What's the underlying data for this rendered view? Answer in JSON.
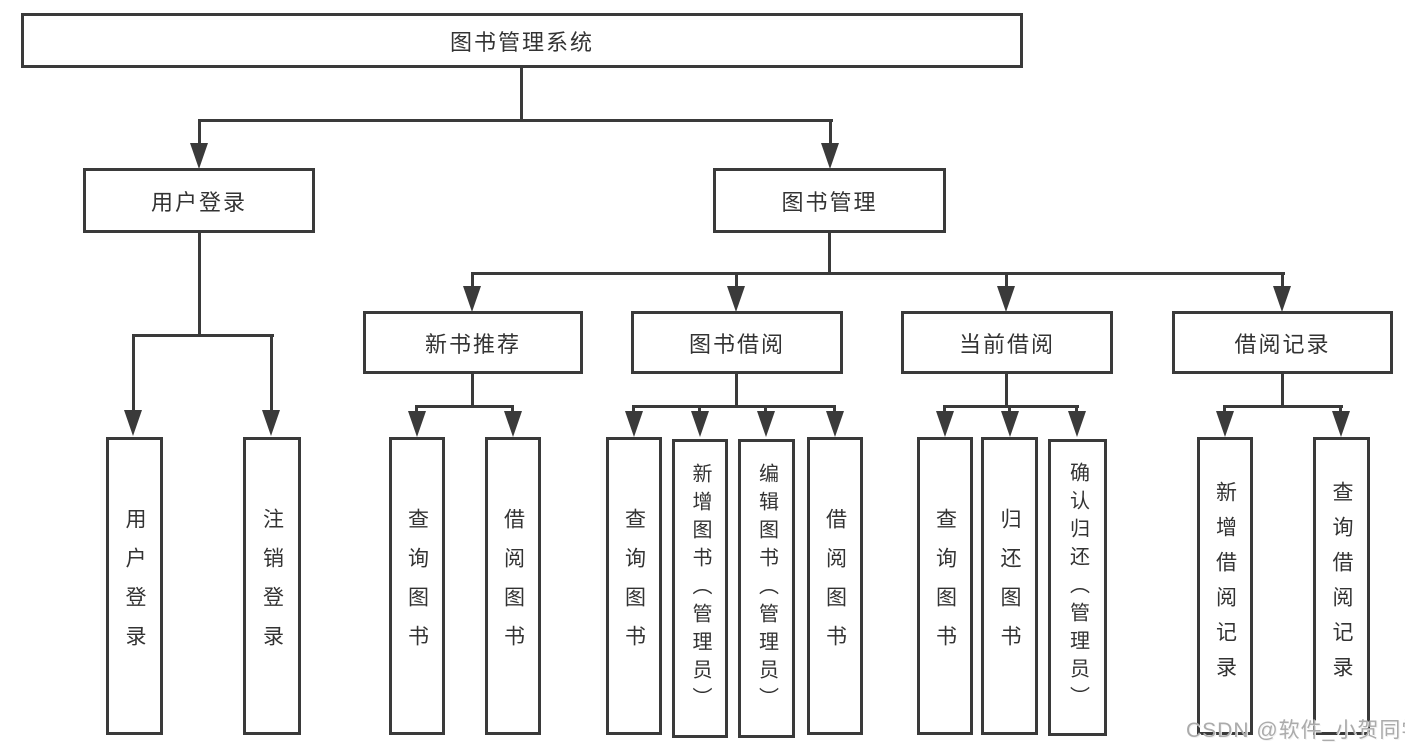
{
  "diagram": {
    "root": "图书管理系统",
    "user_login": {
      "label": "用户登录",
      "children": [
        "用户登录",
        "注销登录"
      ]
    },
    "book_management": {
      "label": "图书管理",
      "sections": [
        {
          "label": "新书推荐",
          "children": [
            "查询图书",
            "借阅图书"
          ]
        },
        {
          "label": "图书借阅",
          "children": [
            "查询图书",
            "新增图书（管理员）",
            "编辑图书（管理员）",
            "借阅图书"
          ]
        },
        {
          "label": "当前借阅",
          "children": [
            "查询图书",
            "归还图书",
            "确认归还（管理员）"
          ]
        },
        {
          "label": "借阅记录",
          "children": [
            "新增借阅记录",
            "查询借阅记录"
          ]
        }
      ]
    }
  },
  "watermark": "CSDN @软件_小贺同学",
  "colors": {
    "line": "#3a3a3a",
    "text": "#333333",
    "watermark": "#ababab",
    "background": "#ffffff"
  }
}
